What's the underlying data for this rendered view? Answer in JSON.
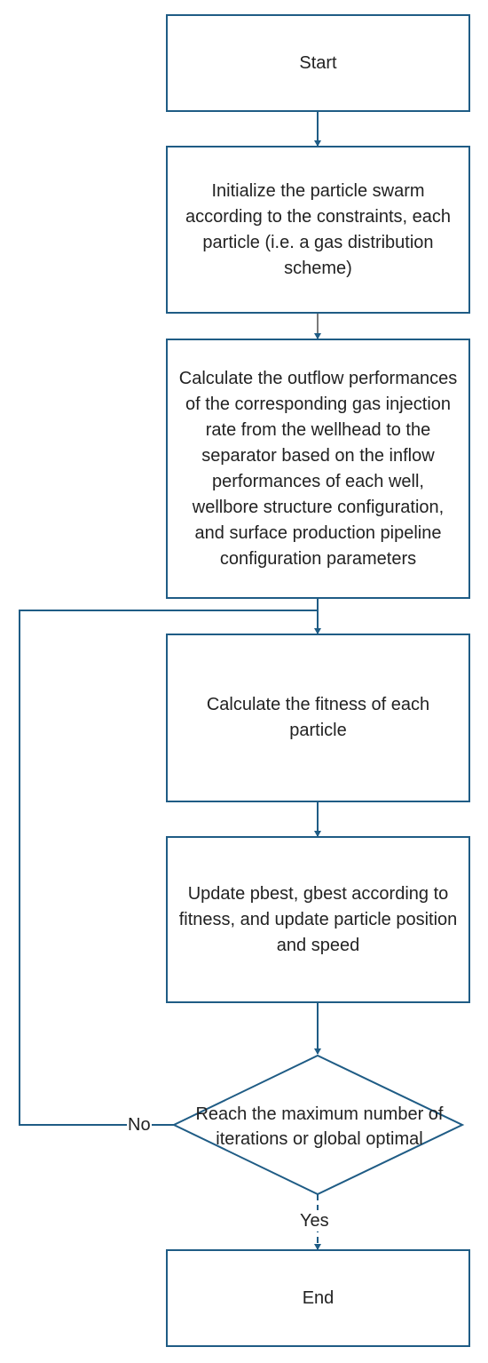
{
  "flowchart": {
    "nodes": {
      "start": "Start",
      "init": "Initialize the particle swarm according to the constraints, each particle (i.e. a gas distribution scheme)",
      "calc_outflow": "Calculate the outflow performances of the corresponding gas injection rate from the wellhead to the separator based on the inflow performances of each well, wellbore structure configuration, and surface production pipeline configuration parameters",
      "calc_fitness": "Calculate the fitness of each particle",
      "update": "Update pbest, gbest according to fitness, and update particle position and speed",
      "decision": "Reach the maximum number of iterations or global optimal",
      "end": "End"
    },
    "edges": {
      "no_label": "No",
      "yes_label": "Yes"
    },
    "colors": {
      "stroke": "#1f5c85",
      "text": "#222222",
      "background": "#ffffff"
    }
  }
}
